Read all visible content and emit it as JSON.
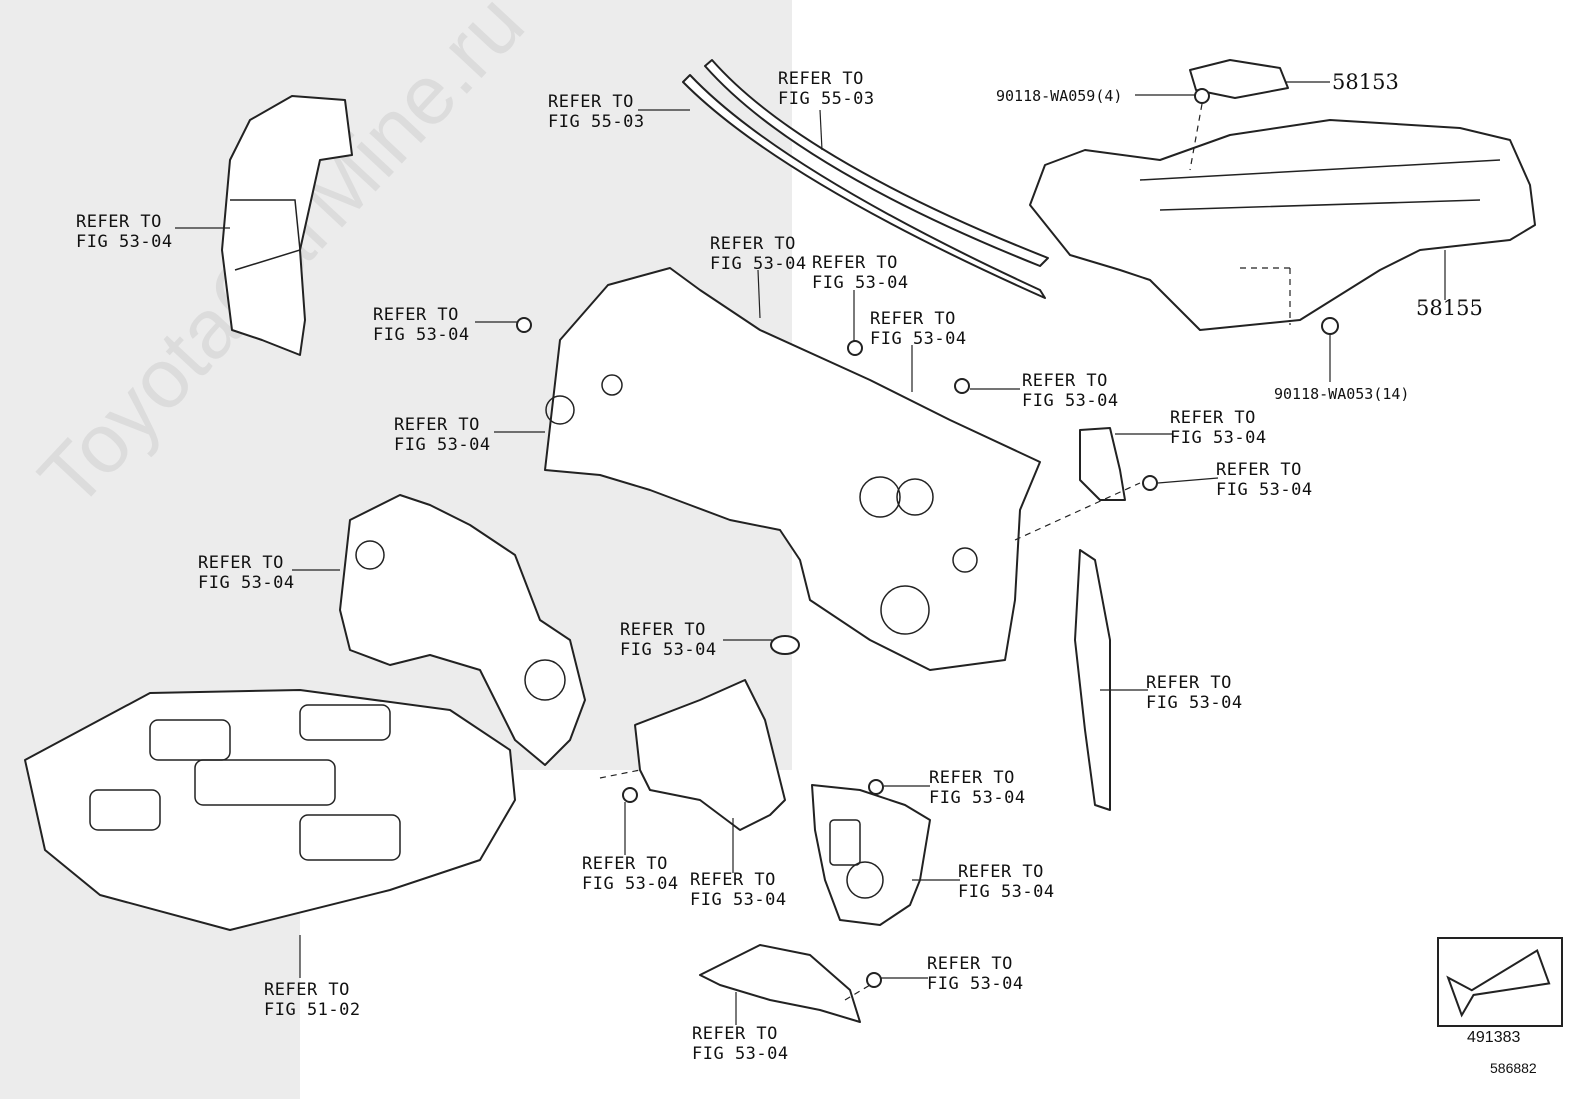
{
  "watermark": "ToyotaCarMine.ru",
  "refers": [
    {
      "id": "r1",
      "line1": "REFER TO",
      "line2": "FIG 53-04"
    },
    {
      "id": "r2",
      "line1": "REFER TO",
      "line2": "FIG 55-03"
    },
    {
      "id": "r3",
      "line1": "REFER TO",
      "line2": "FIG 55-03"
    },
    {
      "id": "r4",
      "line1": "REFER TO",
      "line2": "FIG 53-04"
    },
    {
      "id": "r5",
      "line1": "REFER TO",
      "line2": "FIG 53-04"
    },
    {
      "id": "r6",
      "line1": "REFER TO",
      "line2": "FIG 53-04"
    },
    {
      "id": "r7",
      "line1": "REFER TO",
      "line2": "FIG 53-04"
    },
    {
      "id": "r8",
      "line1": "REFER TO",
      "line2": "FIG 53-04"
    },
    {
      "id": "r9",
      "line1": "REFER TO",
      "line2": "FIG 53-04"
    },
    {
      "id": "r10",
      "line1": "REFER TO",
      "line2": "FIG 53-04"
    },
    {
      "id": "r11",
      "line1": "REFER TO",
      "line2": "FIG 53-04"
    },
    {
      "id": "r12",
      "line1": "REFER TO",
      "line2": "FIG 53-04"
    },
    {
      "id": "r13",
      "line1": "REFER TO",
      "line2": "FIG 53-04"
    },
    {
      "id": "r14",
      "line1": "REFER TO",
      "line2": "FIG 53-04"
    },
    {
      "id": "r15",
      "line1": "REFER TO",
      "line2": "FIG 53-04"
    },
    {
      "id": "r16",
      "line1": "REFER TO",
      "line2": "FIG 53-04"
    },
    {
      "id": "r17",
      "line1": "REFER TO",
      "line2": "FIG 53-04"
    },
    {
      "id": "r18",
      "line1": "REFER TO",
      "line2": "FIG 53-04"
    },
    {
      "id": "r19",
      "line1": "REFER TO",
      "line2": "FIG 51-02"
    },
    {
      "id": "r20",
      "line1": "REFER TO",
      "line2": "FIG 53-04"
    }
  ],
  "parts": {
    "p58153": "58153",
    "p58155": "58155",
    "bolt_top": "90118-WA059(4)",
    "bolt_bottom": "90118-WA053(14)"
  },
  "footer": {
    "code1": "491383",
    "code2": "586882"
  },
  "colors": {
    "line": "#222222",
    "shade": "#ececec",
    "watermark": "#dcdcdc"
  }
}
